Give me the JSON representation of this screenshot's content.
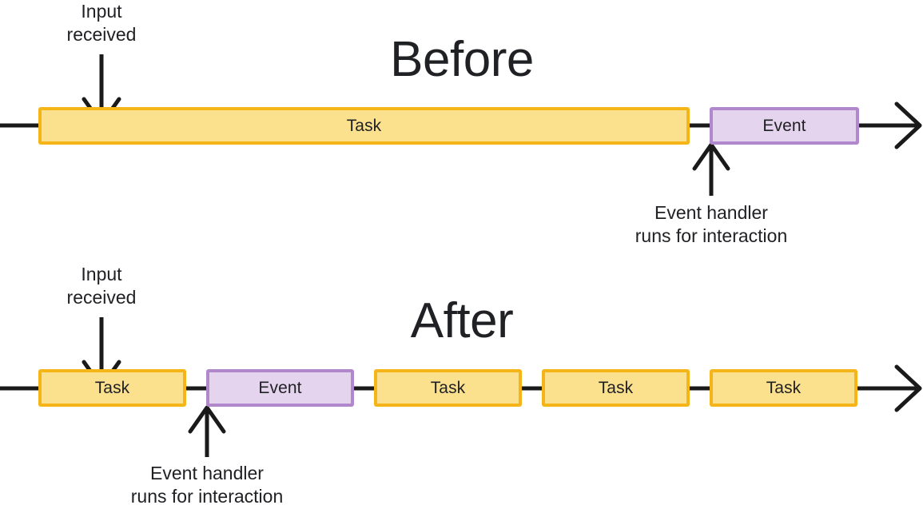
{
  "diagram": {
    "title_semantics": "before-and-after-task-event-timeline",
    "colors": {
      "task_fill": "#FBE08E",
      "task_border": "#F5B518",
      "event_fill": "#E4D4EE",
      "event_border": "#B288CC",
      "line": "#1A1A1A",
      "text": "#202124",
      "background": "#FFFFFF"
    },
    "sections": [
      {
        "key": "before",
        "title": "Before",
        "blocks": [
          {
            "type": "task",
            "label": "Task"
          },
          {
            "type": "event",
            "label": "Event"
          }
        ],
        "annotations": [
          {
            "key": "input_received",
            "text": "Input\nreceived",
            "arrow": "down"
          },
          {
            "key": "event_handler",
            "text": "Event handler\nruns for interaction",
            "arrow": "up"
          }
        ]
      },
      {
        "key": "after",
        "title": "After",
        "blocks": [
          {
            "type": "task",
            "label": "Task"
          },
          {
            "type": "event",
            "label": "Event"
          },
          {
            "type": "task",
            "label": "Task"
          },
          {
            "type": "task",
            "label": "Task"
          },
          {
            "type": "task",
            "label": "Task"
          }
        ],
        "annotations": [
          {
            "key": "input_received",
            "text": "Input\nreceived",
            "arrow": "down"
          },
          {
            "key": "event_handler",
            "text": "Event handler\nruns for interaction",
            "arrow": "up"
          }
        ]
      }
    ]
  },
  "before": {
    "title": "Before",
    "task_label": "Task",
    "event_label": "Event",
    "input_annotation": "Input\nreceived",
    "handler_annotation": "Event handler\nruns for interaction"
  },
  "after": {
    "title": "After",
    "input_annotation": "Input\nreceived",
    "handler_annotation": "Event handler\nruns for interaction",
    "blocks": [
      {
        "label": "Task"
      },
      {
        "label": "Event"
      },
      {
        "label": "Task"
      },
      {
        "label": "Task"
      },
      {
        "label": "Task"
      }
    ]
  }
}
